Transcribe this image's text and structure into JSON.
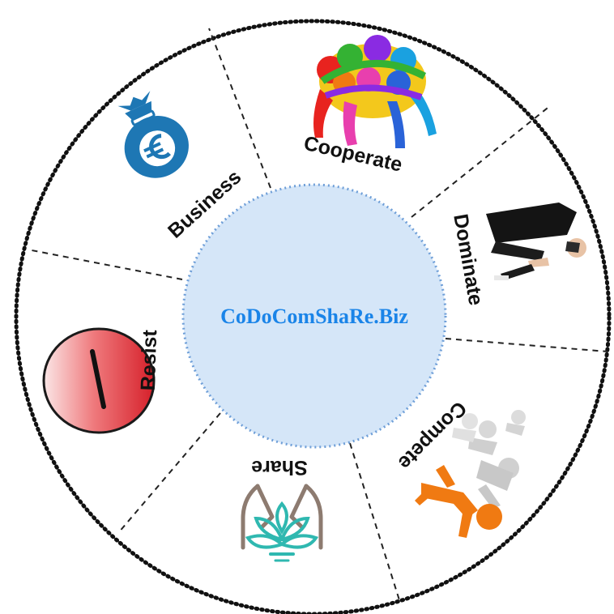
{
  "hub": {
    "label": "CoDoComShaRe.Biz",
    "fill_color": "#d5e6f8",
    "border_color": "#6f9fd8",
    "text_color": "#1a84e8"
  },
  "segments": [
    {
      "key": "cooperate",
      "label": "Cooperate",
      "icon": "team-huddle-icon"
    },
    {
      "key": "dominate",
      "label": "Dominate",
      "icon": "handshake-businessman-icon"
    },
    {
      "key": "compete",
      "label": "Compete",
      "icon": "race-runners-icon"
    },
    {
      "key": "share",
      "label": "Share",
      "icon": "hands-lotus-icon"
    },
    {
      "key": "resist",
      "label": "Resist",
      "icon": "stop-sign-icon"
    },
    {
      "key": "business",
      "label": "Business",
      "icon": "euro-moneybag-icon"
    }
  ],
  "colors": {
    "outer_border": "#111111",
    "divider": "#222222",
    "euro_bag": "#1e77b4",
    "resist_red": "#d6202a",
    "share_teal": "#2fb8b0",
    "share_brown": "#8d7b70",
    "compete_orange": "#f07a12"
  }
}
